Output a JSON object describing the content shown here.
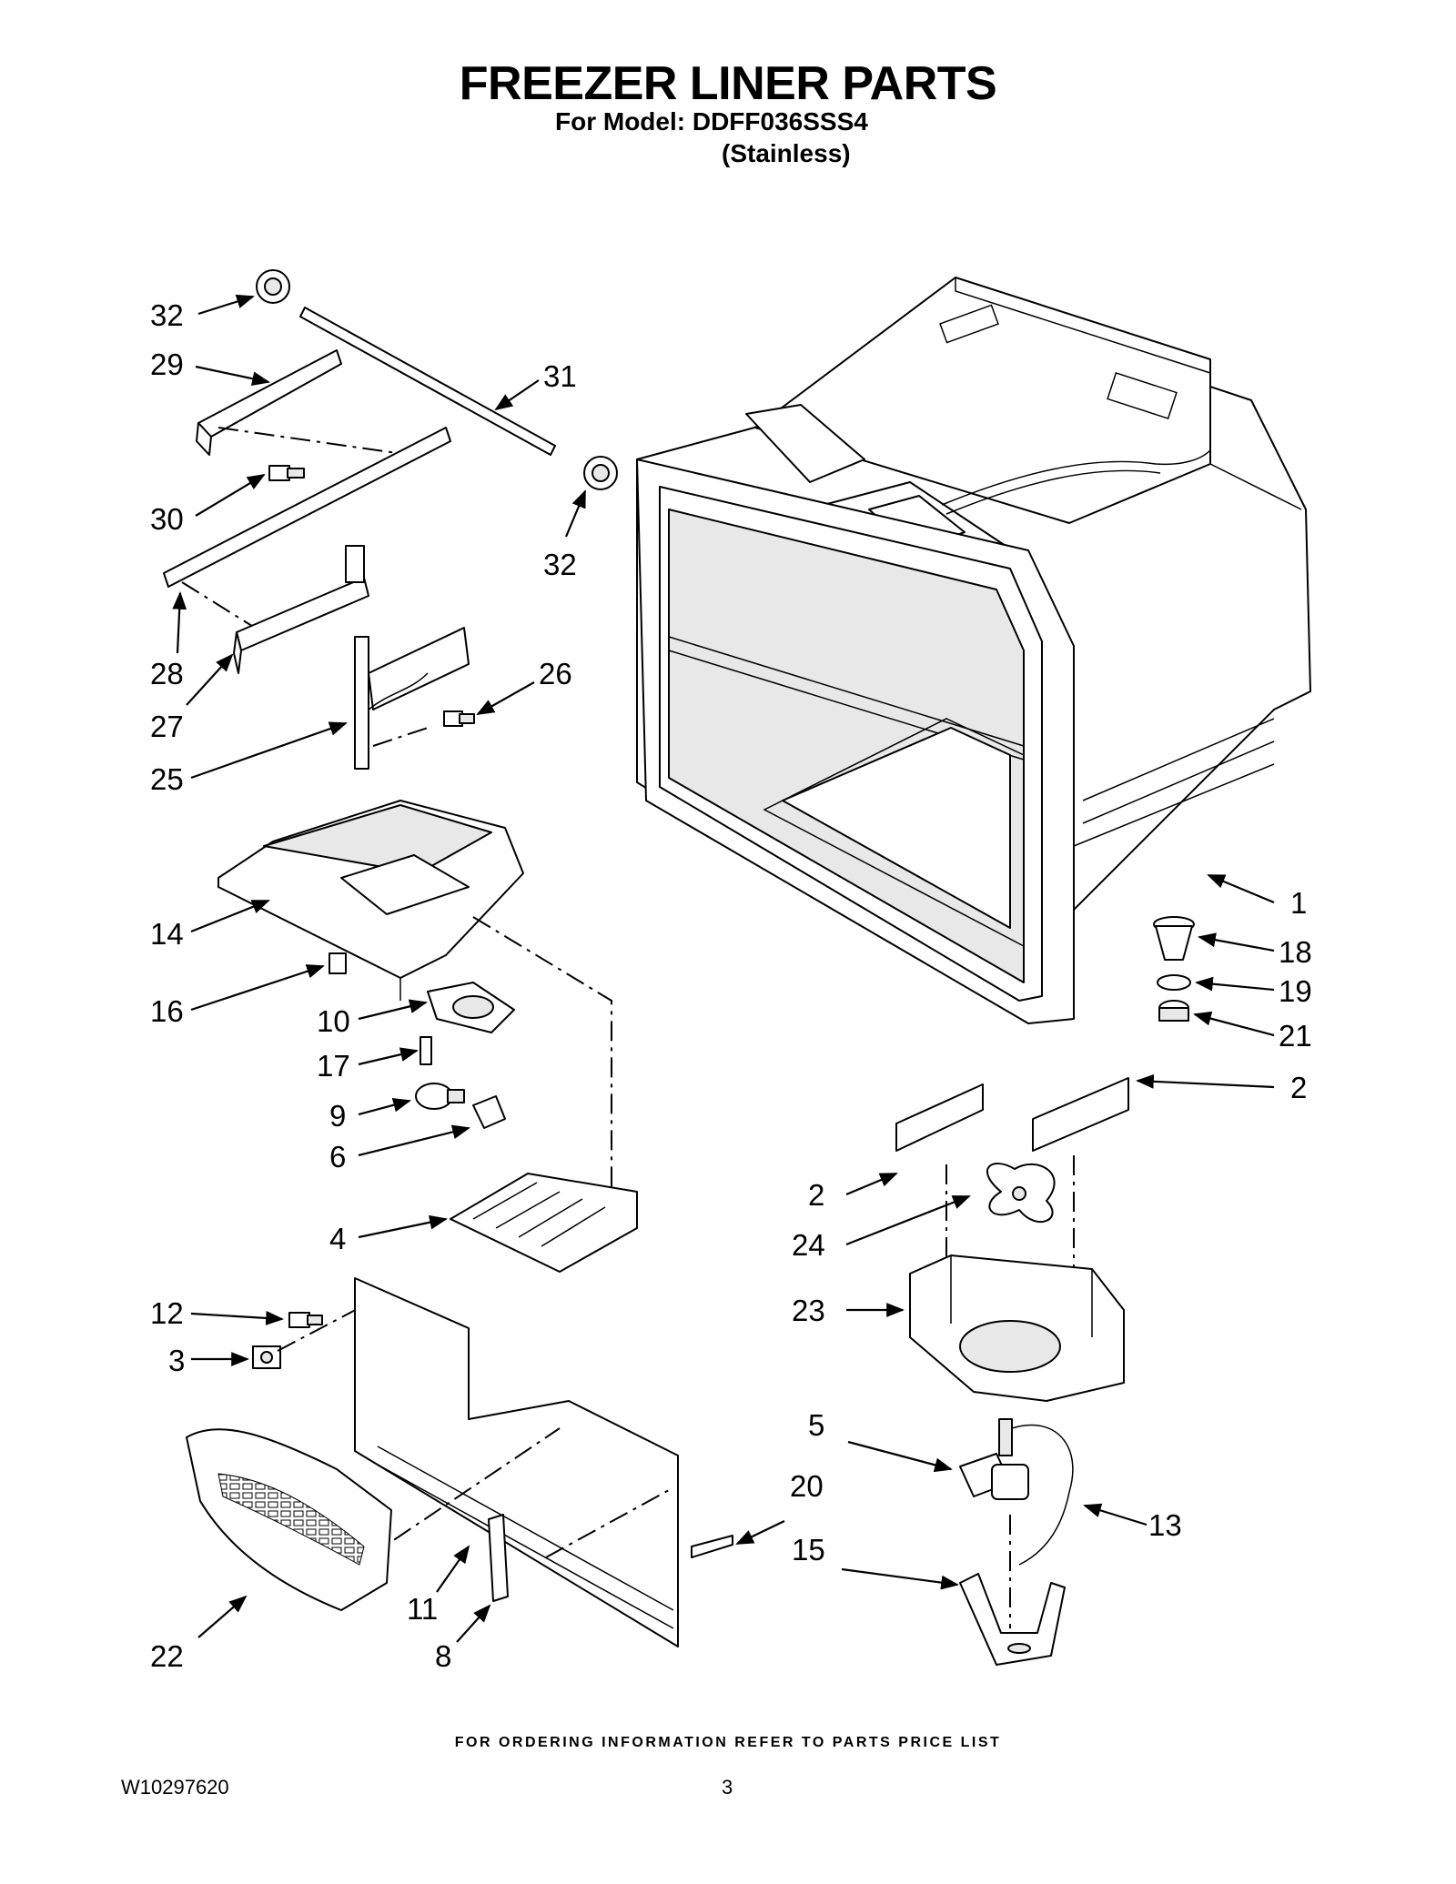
{
  "header": {
    "title": "FREEZER LINER PARTS",
    "model_line": "For Model: DDFF036SSS4",
    "variant": "(Stainless)"
  },
  "callouts": [
    {
      "id": "c-32a",
      "text": "32"
    },
    {
      "id": "c-29",
      "text": "29"
    },
    {
      "id": "c-31",
      "text": "31"
    },
    {
      "id": "c-30",
      "text": "30"
    },
    {
      "id": "c-32b",
      "text": "32"
    },
    {
      "id": "c-28",
      "text": "28"
    },
    {
      "id": "c-27",
      "text": "27"
    },
    {
      "id": "c-26",
      "text": "26"
    },
    {
      "id": "c-25",
      "text": "25"
    },
    {
      "id": "c-14",
      "text": "14"
    },
    {
      "id": "c-16",
      "text": "16"
    },
    {
      "id": "c-10",
      "text": "10"
    },
    {
      "id": "c-17",
      "text": "17"
    },
    {
      "id": "c-9",
      "text": "9"
    },
    {
      "id": "c-6",
      "text": "6"
    },
    {
      "id": "c-4",
      "text": "4"
    },
    {
      "id": "c-12",
      "text": "12"
    },
    {
      "id": "c-3",
      "text": "3"
    },
    {
      "id": "c-1",
      "text": "1"
    },
    {
      "id": "c-18",
      "text": "18"
    },
    {
      "id": "c-19",
      "text": "19"
    },
    {
      "id": "c-21",
      "text": "21"
    },
    {
      "id": "c-2a",
      "text": "2"
    },
    {
      "id": "c-2b",
      "text": "2"
    },
    {
      "id": "c-24",
      "text": "24"
    },
    {
      "id": "c-23",
      "text": "23"
    },
    {
      "id": "c-5",
      "text": "5"
    },
    {
      "id": "c-13",
      "text": "13"
    },
    {
      "id": "c-20",
      "text": "20"
    },
    {
      "id": "c-15",
      "text": "15"
    },
    {
      "id": "c-11",
      "text": "11"
    },
    {
      "id": "c-8",
      "text": "8"
    },
    {
      "id": "c-22",
      "text": "22"
    }
  ],
  "footer": {
    "ordering_note": "FOR ORDERING INFORMATION REFER TO PARTS PRICE LIST",
    "document_number": "W10297620",
    "page_number": "3"
  }
}
